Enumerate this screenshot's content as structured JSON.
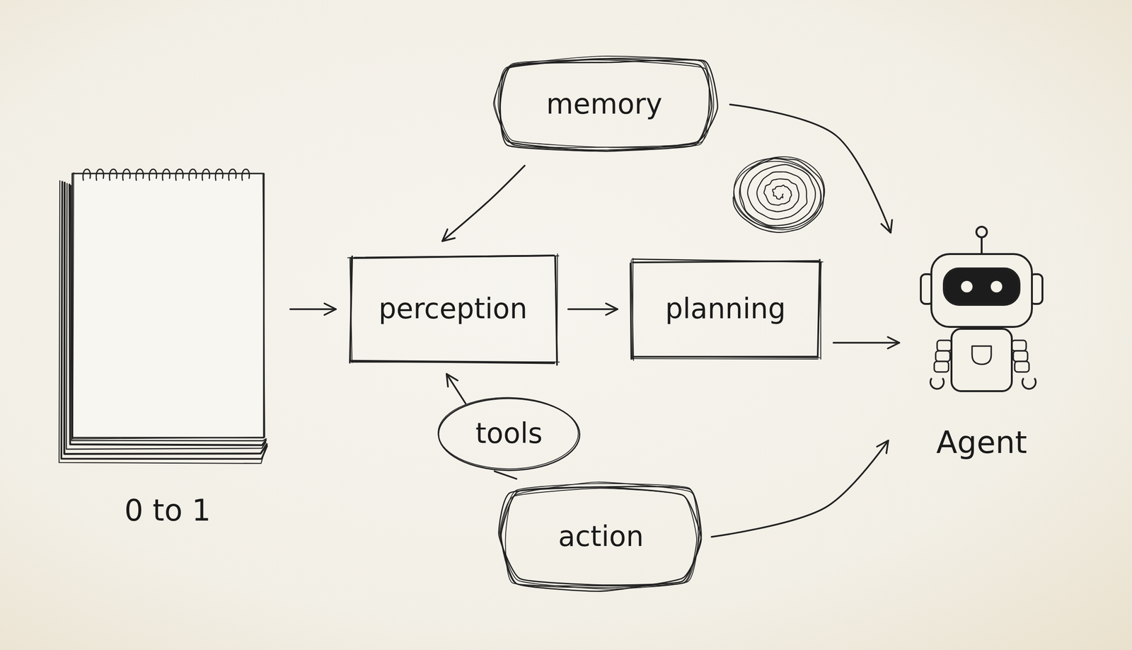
{
  "diagram": {
    "nodes": [
      {
        "text": [
          "0 to 1"
        ]
      },
      {
        "text": [
          "memory"
        ]
      },
      {
        "text": [
          "perception"
        ]
      },
      {
        "text": [
          "planning"
        ]
      },
      {
        "text": [
          "tools"
        ]
      },
      {
        "text": [
          "action"
        ]
      },
      {
        "text": [
          "Agent"
        ]
      }
    ],
    "edges": [
      {
        "from": 0,
        "to": 2,
        "arrow": "to"
      },
      {
        "from": 2,
        "to": 3,
        "arrow": "to"
      },
      {
        "from": 3,
        "to": 6,
        "arrow": "to"
      },
      {
        "from": 1,
        "to": 2,
        "arrow": "to"
      },
      {
        "from": 1,
        "to": 6,
        "arrow": "to"
      },
      {
        "from": 4,
        "to": 2,
        "arrow": "to"
      },
      {
        "from": 5,
        "to": 4,
        "arrow": "none"
      },
      {
        "from": 5,
        "to": 6,
        "arrow": "to"
      }
    ]
  }
}
